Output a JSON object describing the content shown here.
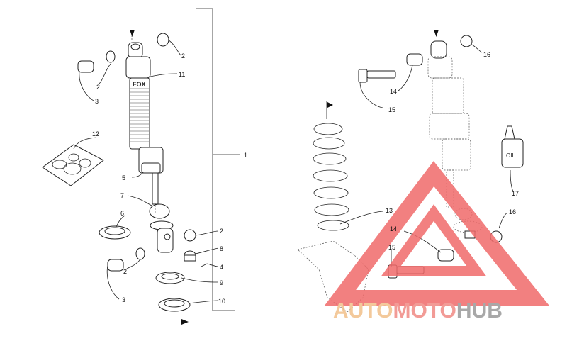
{
  "callouts": {
    "c1": "1",
    "c2a": "2",
    "c2b": "2",
    "c2c": "2",
    "c2d": "2",
    "c3a": "3",
    "c3b": "3",
    "c4": "4",
    "c5": "5",
    "c6": "6",
    "c7": "7",
    "c8": "8",
    "c9": "9",
    "c10": "10",
    "c11": "11",
    "c12": "12",
    "c13": "13",
    "c14a": "14",
    "c14b": "14",
    "c15a": "15",
    "c15b": "15",
    "c16a": "16",
    "c16b": "16",
    "c17": "17"
  },
  "labels": {
    "oil": "OIL",
    "brand_mark": "FOX"
  },
  "watermark": {
    "part1": "AUTO",
    "part2": "MOTO",
    "part3": "HUB",
    "color_auto": "#f2c08a",
    "color_moto": "#f08a84",
    "color_hub": "#9a9a9a",
    "triangle_color": "#f06a6a"
  }
}
